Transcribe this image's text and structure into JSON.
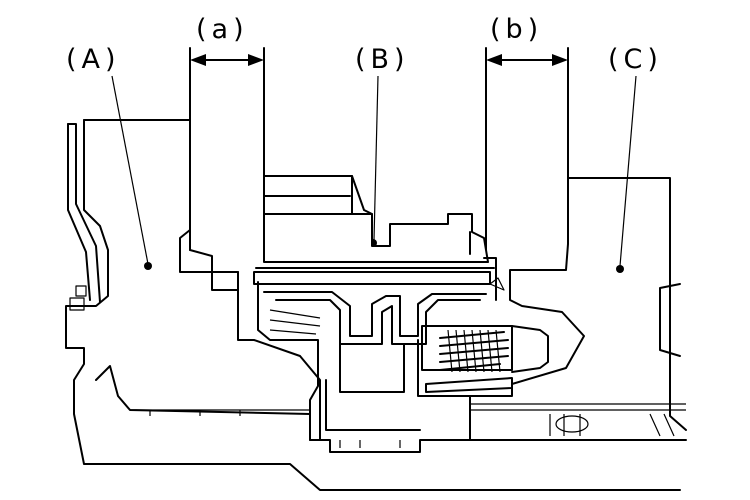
{
  "labels": {
    "part_a": "(A)",
    "part_b": "(B)",
    "part_c": "(C)",
    "dim_a": "(a)",
    "dim_b": "(b)"
  },
  "colors": {
    "line": "#000000",
    "background": "#ffffff"
  }
}
